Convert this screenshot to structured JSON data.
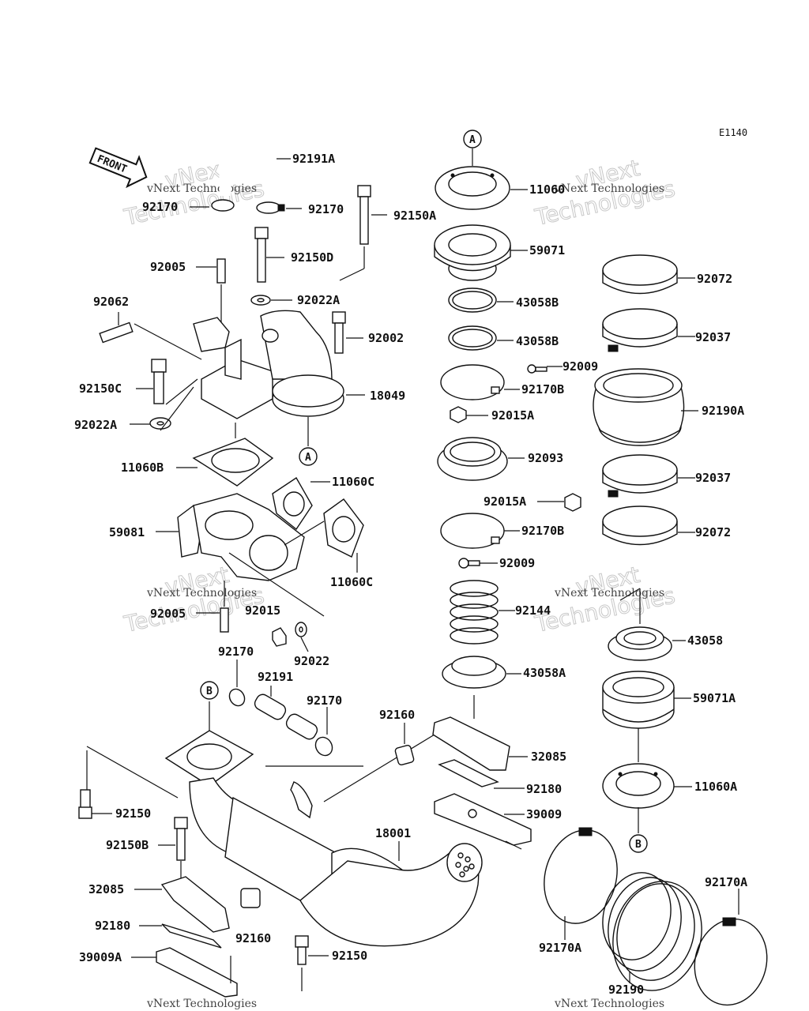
{
  "diagram": {
    "ref_code": "E1140",
    "front_label": "FRONT",
    "watermark_line1": "vNext",
    "watermark_line2": "Technologies",
    "watermark_small": "vNext Technologies",
    "circles": {
      "a_top": "A",
      "a_mid": "A",
      "b_left": "B",
      "b_right": "B"
    },
    "parts": {
      "p92191A": "92191A",
      "p92170_l": "92170",
      "p92170_r": "92170",
      "p92150A": "92150A",
      "p92150D": "92150D",
      "p92005_top": "92005",
      "p92022A_top": "92022A",
      "p92062": "92062",
      "p92002": "92002",
      "p92150C": "92150C",
      "p18049": "18049",
      "p92022A_left": "92022A",
      "p11060B": "11060B",
      "p11060C_top": "11060C",
      "p59081": "59081",
      "p11060C_bot": "11060C",
      "p92005_bot": "92005",
      "p92015": "92015",
      "p92022": "92022",
      "p92170_mid": "92170",
      "p92191": "92191",
      "p92170_mid2": "92170",
      "p92160_top": "92160",
      "p92150_left": "92150",
      "p92150B": "92150B",
      "p32085_left": "32085",
      "p18001": "18001",
      "p92180_left": "92180",
      "p92160_bot": "92160",
      "p39009A": "39009A",
      "p92150_bot": "92150",
      "p11060": "11060",
      "p59071": "59071",
      "p43058B_1": "43058B",
      "p43058B_2": "43058B",
      "p92170B_top": "92170B",
      "p92015A_top": "92015A",
      "p92093": "92093",
      "p92015A_bot": "92015A",
      "p92170B_bot": "92170B",
      "p92009_bot": "92009",
      "p92144": "92144",
      "p43058A": "43058A",
      "p32085_right": "32085",
      "p92180_right": "92180",
      "p39009": "39009",
      "p92072_top": "92072",
      "p92037_top": "92037",
      "p92009_top": "92009",
      "p92190A": "92190A",
      "p92037_bot": "92037",
      "p92072_bot": "92072",
      "p43058": "43058",
      "p59071A": "59071A",
      "p11060A": "11060A",
      "p92170A_left": "92170A",
      "p92170A_right": "92170A",
      "p92190": "92190"
    }
  }
}
